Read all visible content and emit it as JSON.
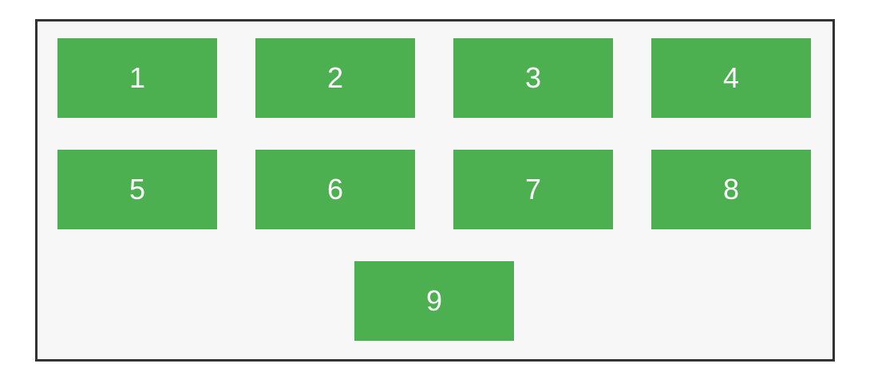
{
  "colors": {
    "box_fill": "#4caf50",
    "box_text": "#ffffff",
    "container_border": "#333333",
    "container_background": "#f7f7f7"
  },
  "boxes": [
    {
      "label": "1"
    },
    {
      "label": "2"
    },
    {
      "label": "3"
    },
    {
      "label": "4"
    },
    {
      "label": "5"
    },
    {
      "label": "6"
    },
    {
      "label": "7"
    },
    {
      "label": "8"
    },
    {
      "label": "9"
    }
  ]
}
